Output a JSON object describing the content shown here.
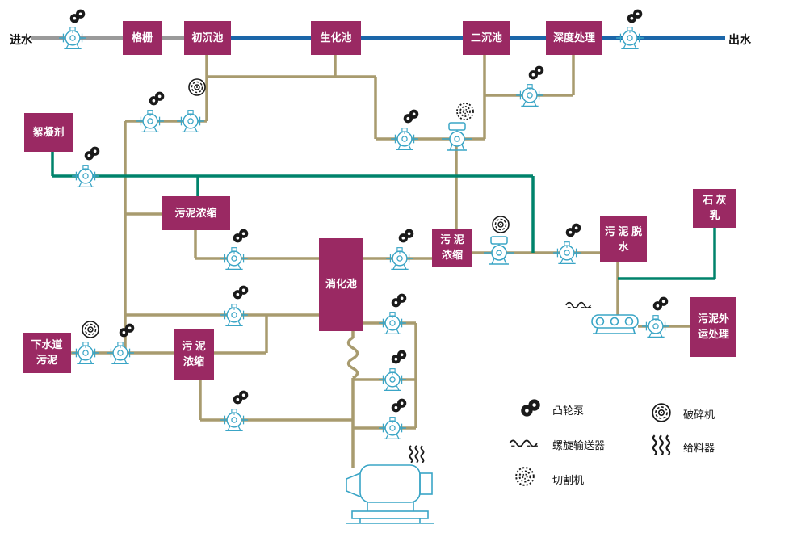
{
  "labels": {
    "inlet": "进水",
    "outlet": "出水"
  },
  "boxes": {
    "grating": "格栅",
    "primary_sedimentation": "初沉池",
    "biochemical_tank": "生化池",
    "secondary_sedimentation": "二沉池",
    "advanced_treatment": "深度处理",
    "flocculant": "絮凝剂",
    "sludge_thickening_top": "污泥浓缩",
    "digestion_tank": "消化池",
    "sludge_thickening_mid": "污 泥\n浓缩",
    "sludge_dewatering": "污 泥 脱\n水",
    "lime_milk": "石 灰\n乳",
    "sludge_offsite_disposal": "污泥外\n运处理",
    "sewer_sludge": "下水道\n污泥",
    "sludge_thickening_bottom": "污 泥\n浓缩"
  },
  "legend": {
    "lobe_pump": "凸轮泵",
    "crusher": "破碎机",
    "screw_conveyor": "螺旋输送器",
    "feeder": "给料器",
    "cutter": "切割机"
  },
  "colors": {
    "box": "#9a2963",
    "water_line": "#1b66a9",
    "inlet_line": "#9a9a9a",
    "sludge_line": "#a89b6f",
    "chemical_line": "#00836c",
    "equipment": "#3aa5c6",
    "icon": "#1a1a1a"
  }
}
